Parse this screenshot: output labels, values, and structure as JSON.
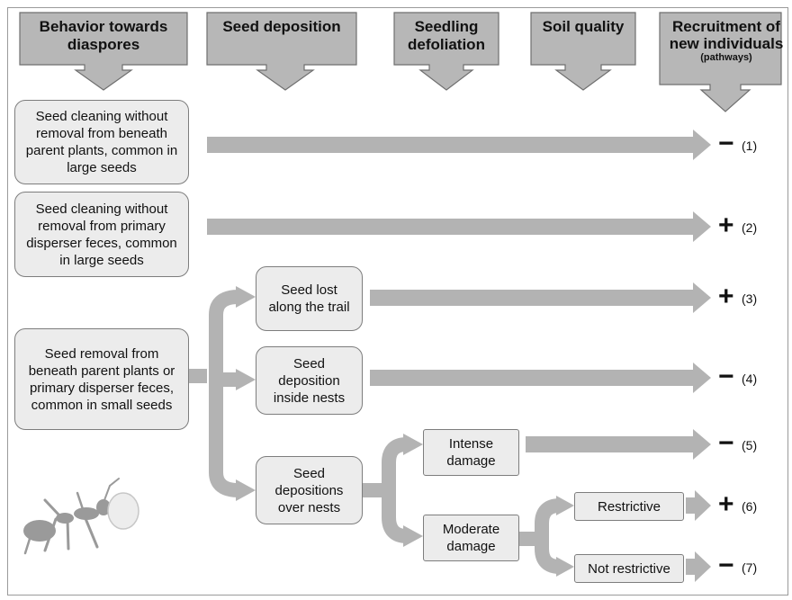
{
  "headers": [
    {
      "id": "behavior",
      "text": "Behavior towards diaspores",
      "sub": ""
    },
    {
      "id": "deposition",
      "text": "Seed deposition",
      "sub": ""
    },
    {
      "id": "defoliation",
      "text": "Seedling defoliation",
      "sub": ""
    },
    {
      "id": "soil",
      "text": "Soil quality",
      "sub": ""
    },
    {
      "id": "recruitment",
      "text": "Recruitment of new individuals",
      "sub": "(pathways)"
    }
  ],
  "behavior_boxes": [
    "Seed cleaning without removal from beneath parent plants, common in large seeds",
    "Seed cleaning without removal from primary disperser feces, common in large seeds",
    "Seed removal from beneath parent plants or primary disperser feces, common in small seeds"
  ],
  "deposition_boxes": [
    "Seed lost along the trail",
    "Seed deposition inside nests",
    "Seed depositions over nests"
  ],
  "defoliation_boxes": [
    "Intense damage",
    "Moderate damage"
  ],
  "soil_boxes": [
    "Restrictive",
    "Not restrictive"
  ],
  "outcomes": [
    {
      "sign": "−",
      "label": "(1)"
    },
    {
      "sign": "+",
      "label": "(2)"
    },
    {
      "sign": "+",
      "label": "(3)"
    },
    {
      "sign": "−",
      "label": "(4)"
    },
    {
      "sign": "−",
      "label": "(5)"
    },
    {
      "sign": "+",
      "label": "(6)"
    },
    {
      "sign": "−",
      "label": "(7)"
    }
  ],
  "colors": {
    "arrow": "#b3b3b3",
    "header_fill": "#b7b7b7",
    "box_fill": "#ececec",
    "border": "#7d7d7d"
  }
}
